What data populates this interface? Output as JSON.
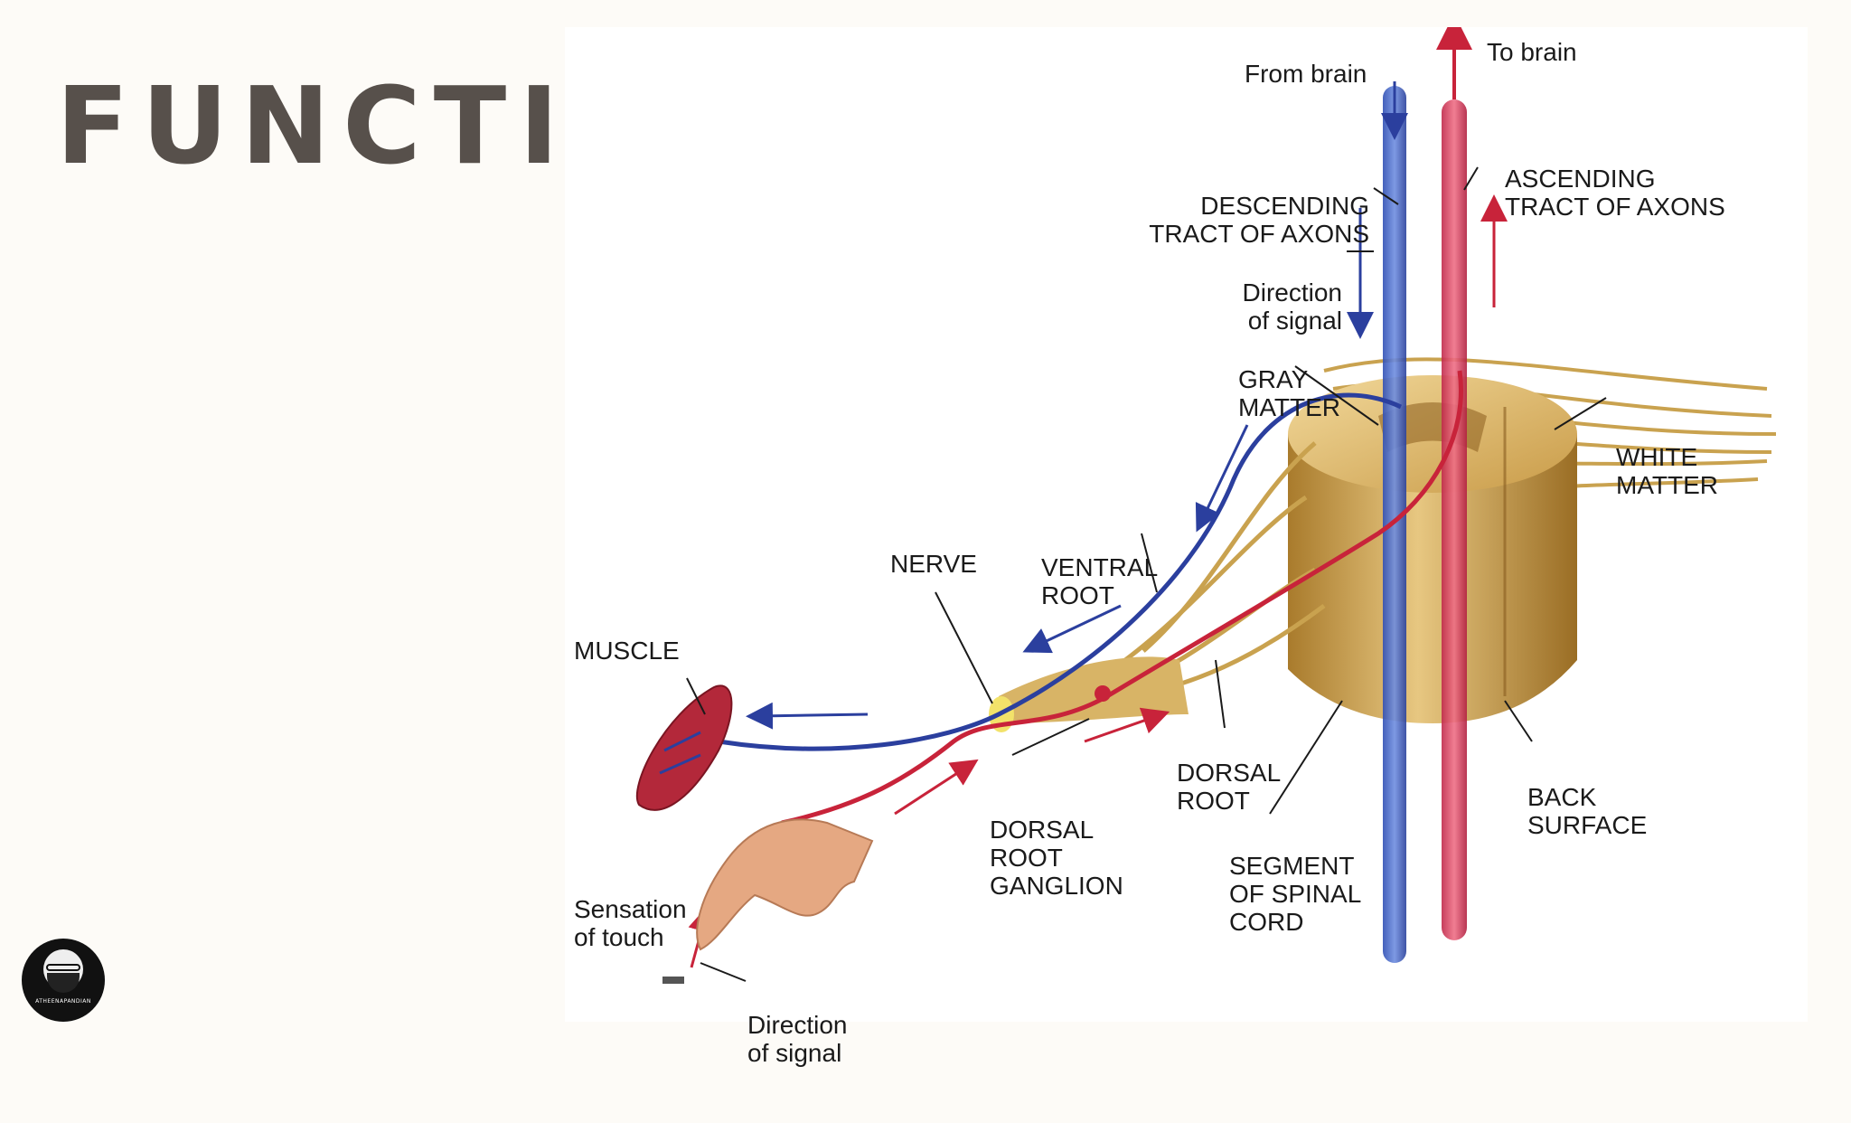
{
  "title": "FUNCTIONS",
  "labels": {
    "to_brain": "To brain",
    "from_brain": "From brain",
    "ascending_1": "ASCENDING",
    "ascending_2": "TRACT OF AXONS",
    "descending_1": "DESCENDING",
    "descending_2": "TRACT OF AXONS",
    "direction_top_1": "Direction",
    "direction_top_2": "of signal",
    "gray_1": "GRAY",
    "gray_2": "MATTER",
    "white_1": "WHITE",
    "white_2": "MATTER",
    "ventral_1": "VENTRAL",
    "ventral_2": "ROOT",
    "nerve": "NERVE",
    "muscle": "MUSCLE",
    "dorsal_root_1": "DORSAL",
    "dorsal_root_2": "ROOT",
    "ganglion_1": "DORSAL",
    "ganglion_2": "ROOT",
    "ganglion_3": "GANGLION",
    "segment_1": "SEGMENT",
    "segment_2": "OF SPINAL",
    "segment_3": "CORD",
    "back_1": "BACK",
    "back_2": "SURFACE",
    "sensation_1": "Sensation",
    "sensation_2": "of touch",
    "direction_bottom_1": "Direction",
    "direction_bottom_2": "of signal"
  },
  "logo": {
    "brand": "ATHEENAPANDIAN"
  },
  "colors": {
    "motor_pathway": "#2b3f9e",
    "sensory_pathway": "#c8233a",
    "nerve_tissue": "#c9a24f",
    "title": "#57504b"
  }
}
